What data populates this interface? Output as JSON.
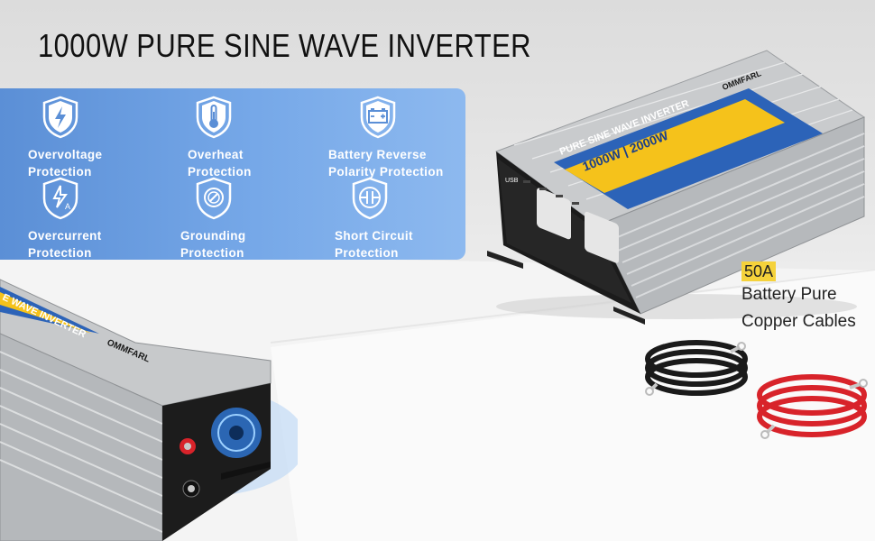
{
  "title": "1000W PURE SINE WAVE INVERTER",
  "features": [
    {
      "icon": "lightning-shield-icon",
      "line1": "Overvoltage",
      "line2": "Protection"
    },
    {
      "icon": "thermometer-shield-icon",
      "line1": "Overheat",
      "line2": "Protection"
    },
    {
      "icon": "battery-shield-icon",
      "line1": "Battery Reverse",
      "line2": "Polarity Protection"
    },
    {
      "icon": "current-shield-icon",
      "line1": "Overcurrent",
      "line2": "Protection"
    },
    {
      "icon": "ground-shield-icon",
      "line1": "Grounding",
      "line2": "Protection"
    },
    {
      "icon": "short-circuit-shield-icon",
      "line1": "Short Circuit",
      "line2": "Protection"
    }
  ],
  "inverter_right": {
    "brand": "OMMFARL",
    "label": "PURE SINE WAVE INVERTER",
    "rating": "1000W | 2000W",
    "usb": "USB"
  },
  "inverter_left": {
    "brand": "OMMFARL",
    "label": "E WAVE INVERTER"
  },
  "cables": {
    "amp": "50A",
    "line1": "Battery Pure",
    "line2": "Copper Cables"
  },
  "colors": {
    "panel_blue": "#6a9de0",
    "label_yellow": "#f5c21b",
    "label_blue": "#2c63b8",
    "cable_red": "#d8232a",
    "cable_black": "#1a1a1a"
  }
}
